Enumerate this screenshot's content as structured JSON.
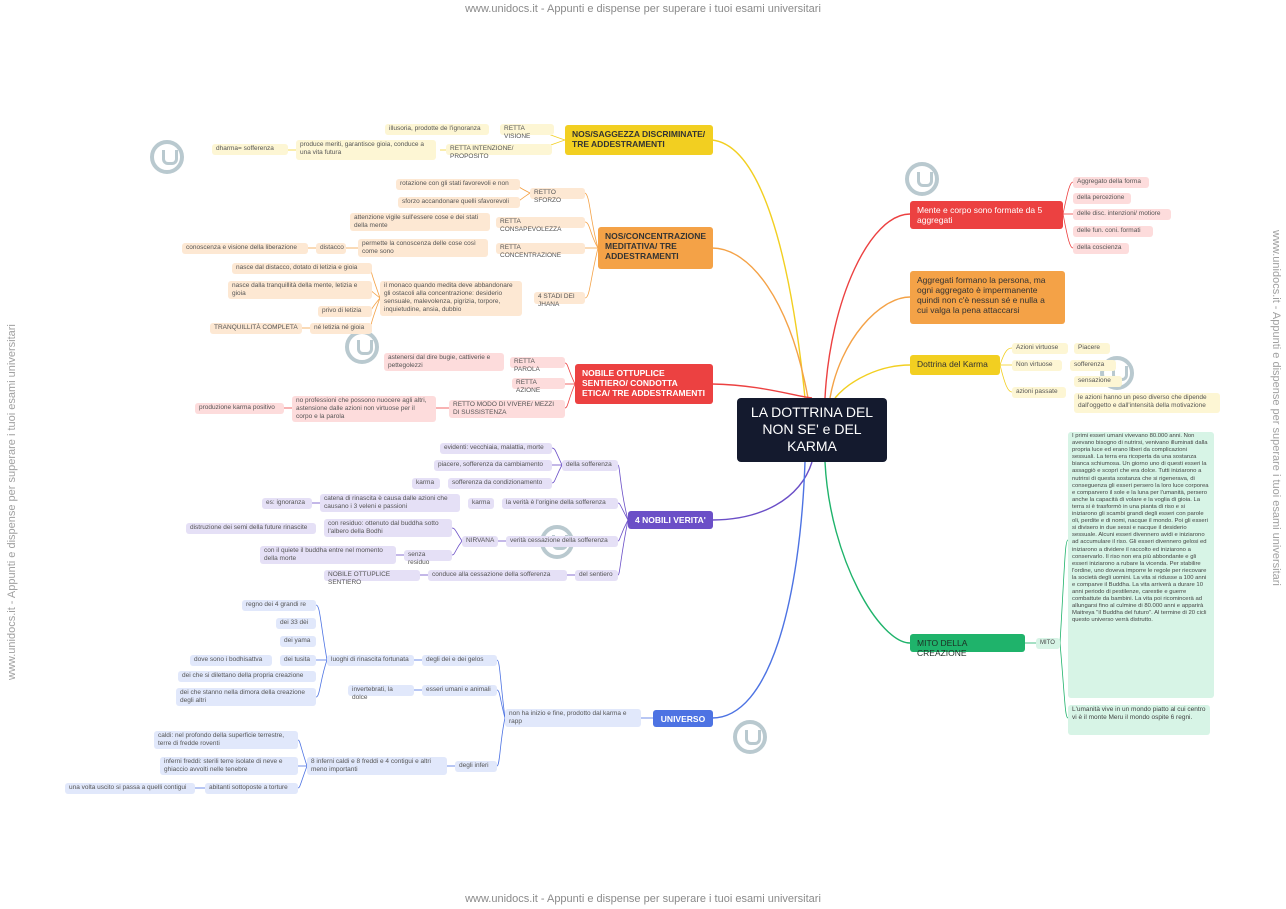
{
  "watermark": {
    "top": "www.unidocs.it - Appunti e dispense per superare i tuoi esami universitari",
    "bottom": "www.unidocs.it - Appunti e dispense per superare i tuoi esami universitari",
    "left": "www.unidocs.it - Appunti e dispense per superare i tuoi esami universitari",
    "right": "www.unidocs.it - Appunti e dispense per superare i tuoi esami universitari"
  },
  "colors": {
    "yellow": "#f2cf21",
    "orange": "#f4a247",
    "red": "#ec4141",
    "purple": "#6b4fc7",
    "blue": "#4d73e3",
    "green": "#1fb36b",
    "center": "#141a2e"
  },
  "center": "LA DOTTRINA DEL NON SE' e DEL KARMA",
  "left": {
    "saggezza": {
      "title": "NOS/SAGGEZZA DISCRIMINATE/ TRE ADDESTRAMENTI",
      "retta_visione": "RETTA VISIONE",
      "illusoria": "illusoria, prodotte de l'ignoranza",
      "retta_intenzione": "RETTA INTENZIONE/ PROPOSITO",
      "produce": "produce meriti, garantisce gioia, conduce a una vita futura",
      "dharma": "dharma= sofferenza"
    },
    "concentrazione": {
      "title": "NOS/CONCENTRAZIONE MEDITATIVA/ TRE ADDESTRAMENTI",
      "retto_sforzo": "RETTO SFORZO",
      "rotazione": "rotazione con gli stati favorevoli e non",
      "sforzo": "sforzo accandonare quelli sfavorevoli",
      "retta_consapevolezza": "RETTA CONSAPEVOLEZZA",
      "attenzione": "attenzione vigile sull'essere cose e dei stati della mente",
      "retta_concentrazione": "RETTA CONCENTRAZIONE",
      "permette": "permette la conoscenza delle cose così come sono",
      "distacco": "distacco",
      "conoscenza": "conoscenza e visione della liberazione",
      "stadi": "4 STADI DEI JHANA",
      "monaco": "il monaco quando medita deve abbandonare gli ostacoli alla concentrazione: desiderio sensuale, malevolenza, pigrizia, torpore, inquietudine, ansia, dubbio",
      "nasce_distacco": "nasce dal distacco, dotato di letizia e gioia",
      "nasce_tranquillita": "nasce dalla tranquillità della mente, letizia e gioia",
      "privo": "privo di letizia",
      "ne_letizia": "né letizia né gioia",
      "tranquillita": "TRANQUILLITÀ COMPLETA"
    },
    "sentiero": {
      "title": "NOBILE OTTUPLICE SENTIERO/ CONDOTTA ETICA/ TRE ADDESTRAMENTI",
      "retta_parola": "RETTA PAROLA",
      "astenersi": "astenersi dal dire bugie, cattiverie e pettegolezzi",
      "retta_azione": "RETTA AZIONE",
      "retto_modo": "RETTO MODO DI VIVERE/ MEZZI DI SUSSISTENZA",
      "professioni": "no professioni che possono nuocere agli altri, astensione dalle azioni non virtuose per il corpo e la parola",
      "produzione": "produzione karma positivo"
    },
    "verita": {
      "title": "4 NOBILI VERITA'",
      "della_sofferenza": "della sofferenza",
      "evidenti": "evidenti: vecchiaia, malattia, morte",
      "piacere": "piacere, sofferenza da cambiamento",
      "karma1": "karma",
      "sofferenza_condizionamento": "sofferenza da condizionamento",
      "verita_origine": "la verità è l'origine della sofferenza",
      "karma2": "karma",
      "catena": "catena di rinascita è causa dalle azioni che causano i 3 veleni e passioni",
      "ignoranza": "es: ignoranza",
      "verita_cessazione": "verità cessazione della sofferenza",
      "nirvana": "NIRVANA",
      "con_residuo": "con residuo: ottenuto dal buddha sotto l'albero della Bodhi",
      "distruzione": "distruzione dei semi della future rinascite",
      "senza_residuo": "senza residuo",
      "con_quiete": "con il quiete il buddha entre nel momento della morte",
      "del_sentiero": "del sentiero",
      "conduce": "conduce alla cessazione della sofferenza",
      "nobile": "NOBILE OTTUPLICE SENTIERO"
    },
    "universo": {
      "title": "UNIVERSO",
      "non_ha": "non ha inizio e fine, prodotto dal karma e rapp",
      "degli_dei": "degli dei e dei gelos",
      "luoghi": "luoghi di rinascita fortunata",
      "regno": "regno dei 4 grandi re",
      "dei33": "dei 33 dèi",
      "dei_yama": "dei yama",
      "tusita": "dei tusita",
      "dove": "dove sono i bodhisattva",
      "dilettano": "dei che si dilettano della propria creazione",
      "dimora": "dei che stanno nella dimora della creazione degli altri",
      "esseri_umani": "esseri umani e animali",
      "invertebrati": "invertebrati, la dolce",
      "degli_inferi": "degli inferi",
      "inferni": "8 inferni caldi e 8 freddi e 4 contigui e altri meno importanti",
      "caldi": "caldi: nel profondo della superficie terrestre, terre di fredde roventi",
      "freddi": "inferni freddi: sterili terre isolate di neve e ghiaccio avvolti nelle tenebre",
      "abitanti": "abitanti sottoposte a torture",
      "una_volta": "una volta uscito si passa a quelli contigui"
    }
  },
  "right": {
    "mente": {
      "title": "Mente e corpo sono formate da 5 aggregati",
      "items": [
        "Aggregato della forma",
        "della percezione",
        "delle disc. intenzioni/ motiore",
        "delle fun. coni. formati",
        "della coscienza"
      ]
    },
    "aggregati": {
      "title": "Aggregati formano la persona, ma ogni aggregato è impermanente quindi non c'è nessun sé e nulla a cui valga la pena attaccarsi"
    },
    "karma": {
      "title": "Dottrina del Karma",
      "azioni_virtuose": "Azioni virtuose",
      "piacere": "Piacere",
      "non_virtuose": "Non virtuose",
      "sofferenza": "sofferenza",
      "sensazione": "sensazione",
      "azioni_passate": "azioni passate",
      "le_azioni": "le azioni hanno un peso diverso che dipende dall'oggetto e dall'intensità della motivazione"
    },
    "mito": {
      "title": "MITO DELLA CREAZIONE",
      "mito": "MITO",
      "text1": "I primi esseri umani vivevano 80.000 anni. Non avevano bisogno di nutrirsi, venivano illuminati dalla propria luce ed erano liberi da complicazioni sessuali. La terra era ricoperta da una sostanza bianca schiumosa. Un giorno uno di questi esseri la assaggiò e scoprì che era dolce. Tutti iniziarono a nutrirsi di questa sostanza che si rigenerava, di conseguenza gli esseri persero la loro luce corporea e comparvero il sole e la luna per l'umanità, persero anche la capacità di volare e la voglia di gioia. La terra si è trasformò in una pianta di riso e si iniziarono gli scambi grandi degli esseri con parole oli, perdite e di nomi, nacque il mondo. Poi gli esseri si divisero in due sessi e nacque il desiderio sessuale. Alcuni esseri divennero avidi e iniziarono ad accumulare il riso. Gli esseri divennero gelosi ed iniziarono a dividere il raccolto ed iniziarono a conservarlo. Il riso non era più abbondante e gli esseri iniziarono a rubare la vicenda. Per stabilire l'ordine, uno doveva imporre le regole per riecovare la società degli uomini. La vita si ridusse a 100 anni e comparve il Buddha. La vita arriverà a durare 10 anni periodo di pestilenze, carestie e guerre combattute da bambini. La vita poi ricomincerà ad allungarsi fino al culmine di 80.000 anni e apparirà Maitreya \"il Buddha del futuro\". Al termine di 20 cicli questo universo verrà distrutto.",
      "text2": "L'umanità vive in un mondo piatto al cui centro vi è il monte Meru il mondo ospite 6 regni."
    }
  }
}
